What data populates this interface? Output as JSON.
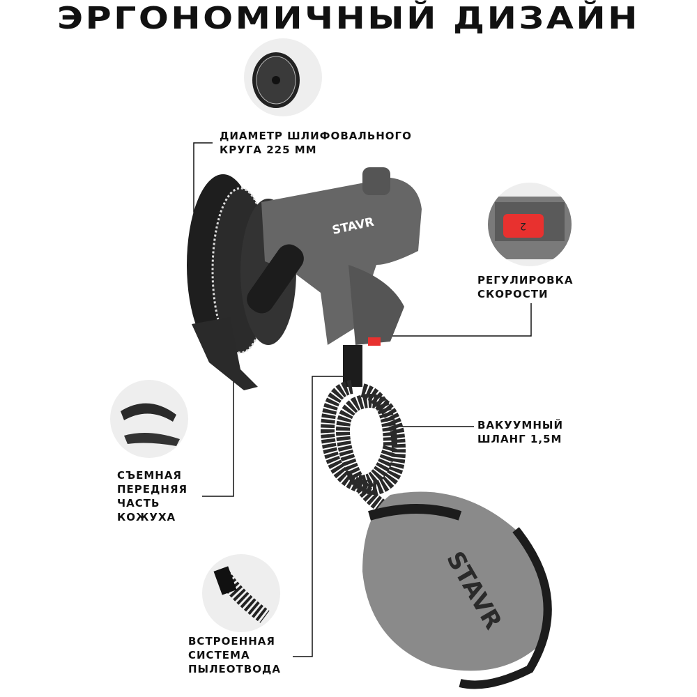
{
  "title": "ЭРГОНОМИЧНЫЙ ДИЗАЙН",
  "brand": "STAVR",
  "features": {
    "disc": {
      "lines": [
        "ДИАМЕТР ШЛИФОВАЛЬНОГО",
        "КРУГА 225 ММ"
      ]
    },
    "speed": {
      "lines": [
        "РЕГУЛИРОВКА",
        "СКОРОСТИ"
      ],
      "dial_value": "2"
    },
    "hose": {
      "lines": [
        "ВАКУУМНЫЙ",
        "ШЛАНГ 1,5М"
      ]
    },
    "cover": {
      "lines": [
        "СЪЕМНАЯ",
        "ПЕРЕДНЯЯ",
        "ЧАСТЬ",
        "КОЖУХА"
      ]
    },
    "dust": {
      "lines": [
        "ВСТРОЕННАЯ",
        "СИСТЕМА",
        "ПЫЛЕОТВОДА"
      ]
    }
  },
  "colors": {
    "accent": "#e8312f",
    "body": "#6b6b6b",
    "dark": "#1c1c1c",
    "bag": "#8a8a8a"
  }
}
